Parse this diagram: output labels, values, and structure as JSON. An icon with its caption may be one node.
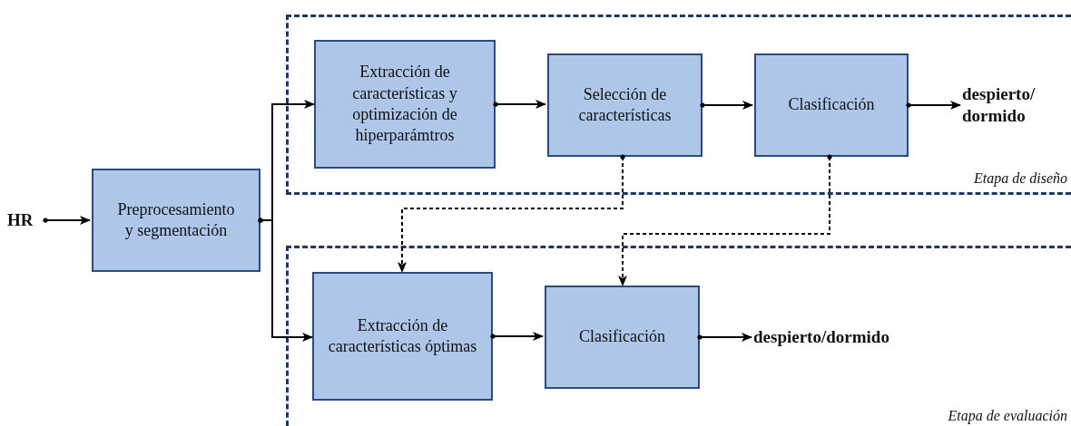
{
  "diagram": {
    "nodes": [
      {
        "text": [
          "Etapa de diseño"
        ]
      },
      {
        "text": [
          "Extracción de características y optimización de hiperparámtros"
        ],
        "in": 0
      },
      {
        "text": [
          "Selección de características"
        ],
        "in": 0
      },
      {
        "text": [
          "Clasificación"
        ],
        "in": 0
      },
      {
        "text": [
          "despierto/ dormido"
        ],
        "in": 0
      },
      {
        "text": [
          "Etapa de evaluación"
        ]
      },
      {
        "text": [
          "Extracción de características óptimas"
        ],
        "in": 5
      },
      {
        "text": [
          "Clasificación"
        ],
        "in": 5
      },
      {
        "text": [
          "despierto/dormido"
        ],
        "in": 5
      },
      {
        "text": [
          "HR"
        ]
      },
      {
        "text": [
          "Preprocesamiento y segmentación"
        ]
      }
    ],
    "edges": [
      {
        "from": 9,
        "to": 10,
        "arrow": "to"
      },
      {
        "from": 10,
        "to": 1,
        "arrow": "to"
      },
      {
        "from": 10,
        "to": 6,
        "arrow": "to"
      },
      {
        "from": 1,
        "to": 2,
        "arrow": "to"
      },
      {
        "from": 2,
        "to": 3,
        "arrow": "to"
      },
      {
        "from": 3,
        "to": 4,
        "arrow": "to"
      },
      {
        "from": 2,
        "to": 6,
        "arrow": "to",
        "style": "dashed"
      },
      {
        "from": 3,
        "to": 7,
        "arrow": "to",
        "style": "dashed"
      },
      {
        "from": 6,
        "to": 7,
        "arrow": "to"
      },
      {
        "from": 7,
        "to": 8,
        "arrow": "to"
      }
    ]
  }
}
